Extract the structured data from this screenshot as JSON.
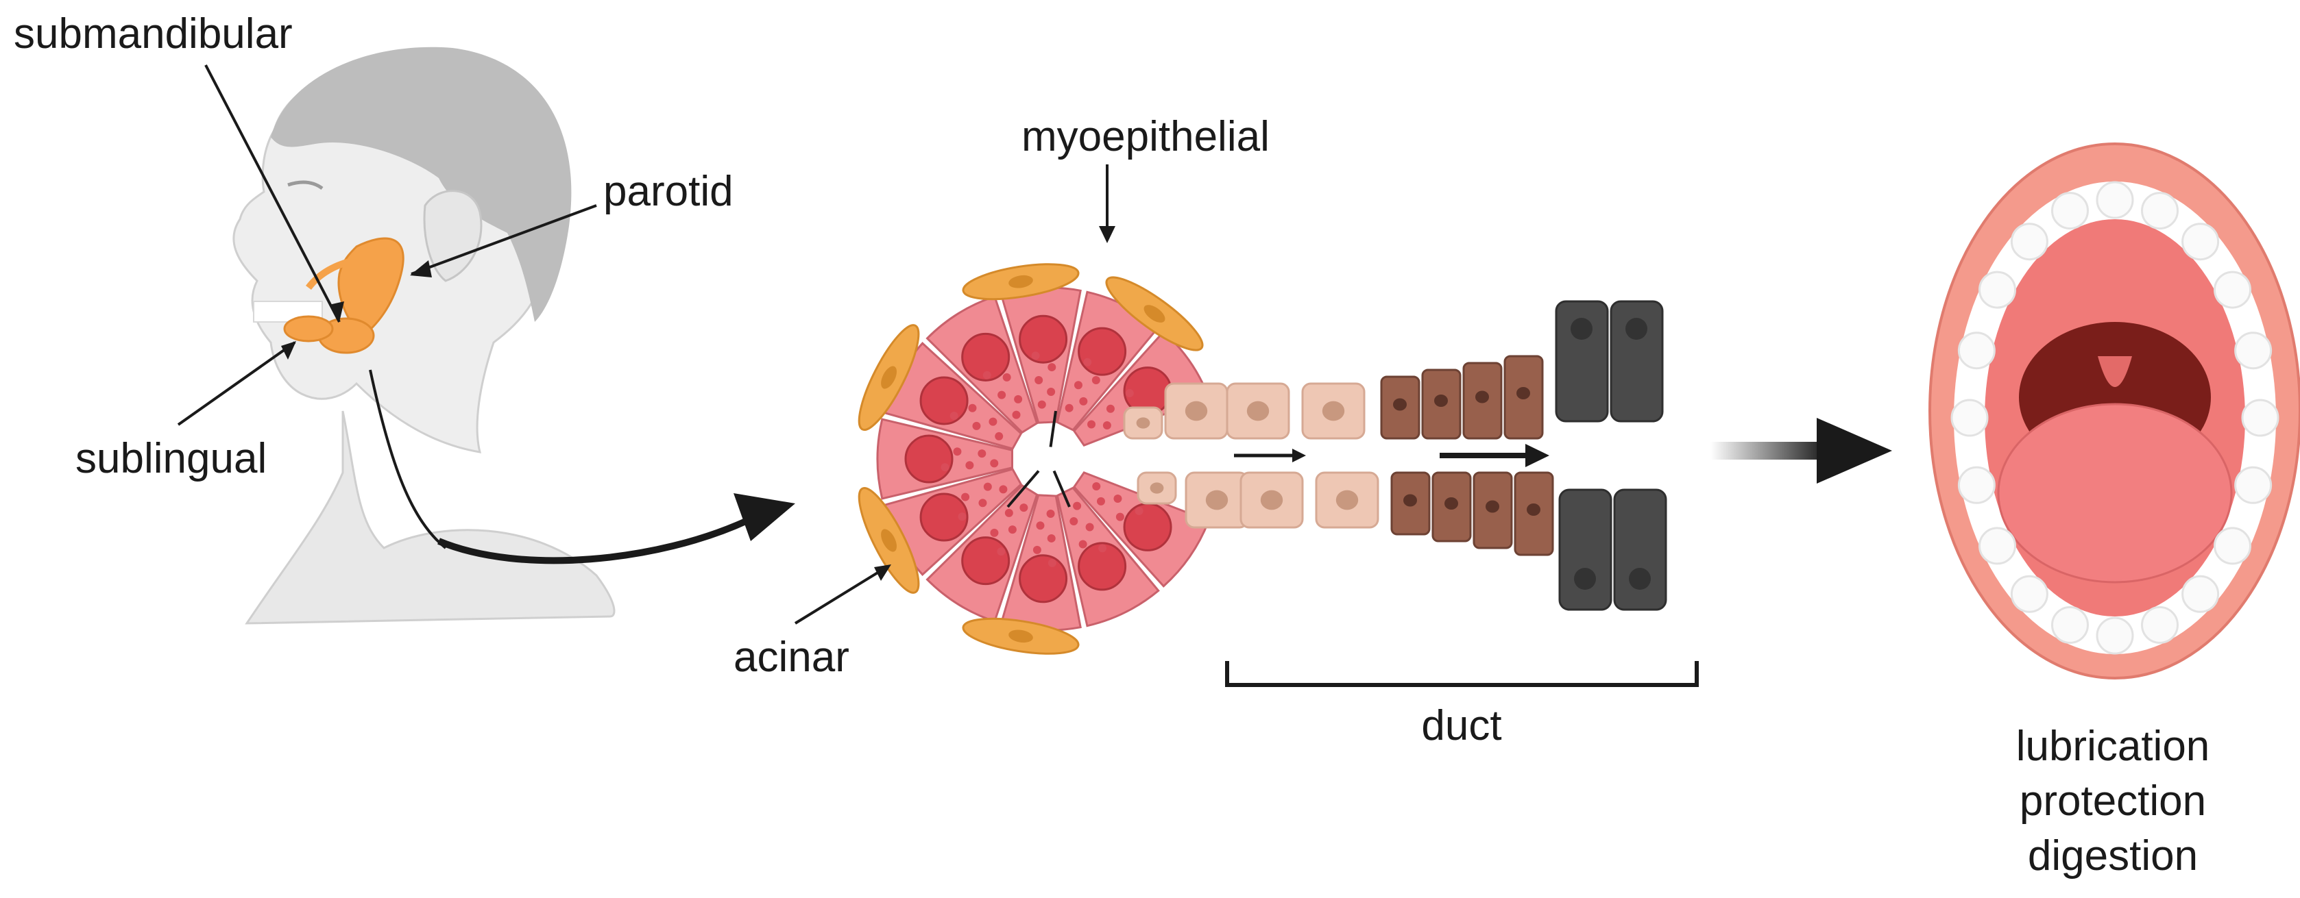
{
  "labels": {
    "submandibular": "submandibular",
    "parotid": "parotid",
    "sublingual": "sublingual",
    "myoepithelial": "myoepithelial",
    "acinar": "acinar",
    "duct": "duct"
  },
  "functions": [
    "lubrication",
    "protection",
    "digestion"
  ],
  "colors": {
    "gland": "#f5a24a",
    "acinar_cell": "#f08a92",
    "nucleus": "#d9424e",
    "myoepithelial": "#f0a84a",
    "duct_light": "#eec7b4",
    "duct_mid": "#98604c",
    "duct_dark": "#4a4a4a",
    "head": "#c7c7c7",
    "lips": "#f49a8c",
    "tongue": "#f27f80",
    "arrow": "#1a1a1a"
  }
}
